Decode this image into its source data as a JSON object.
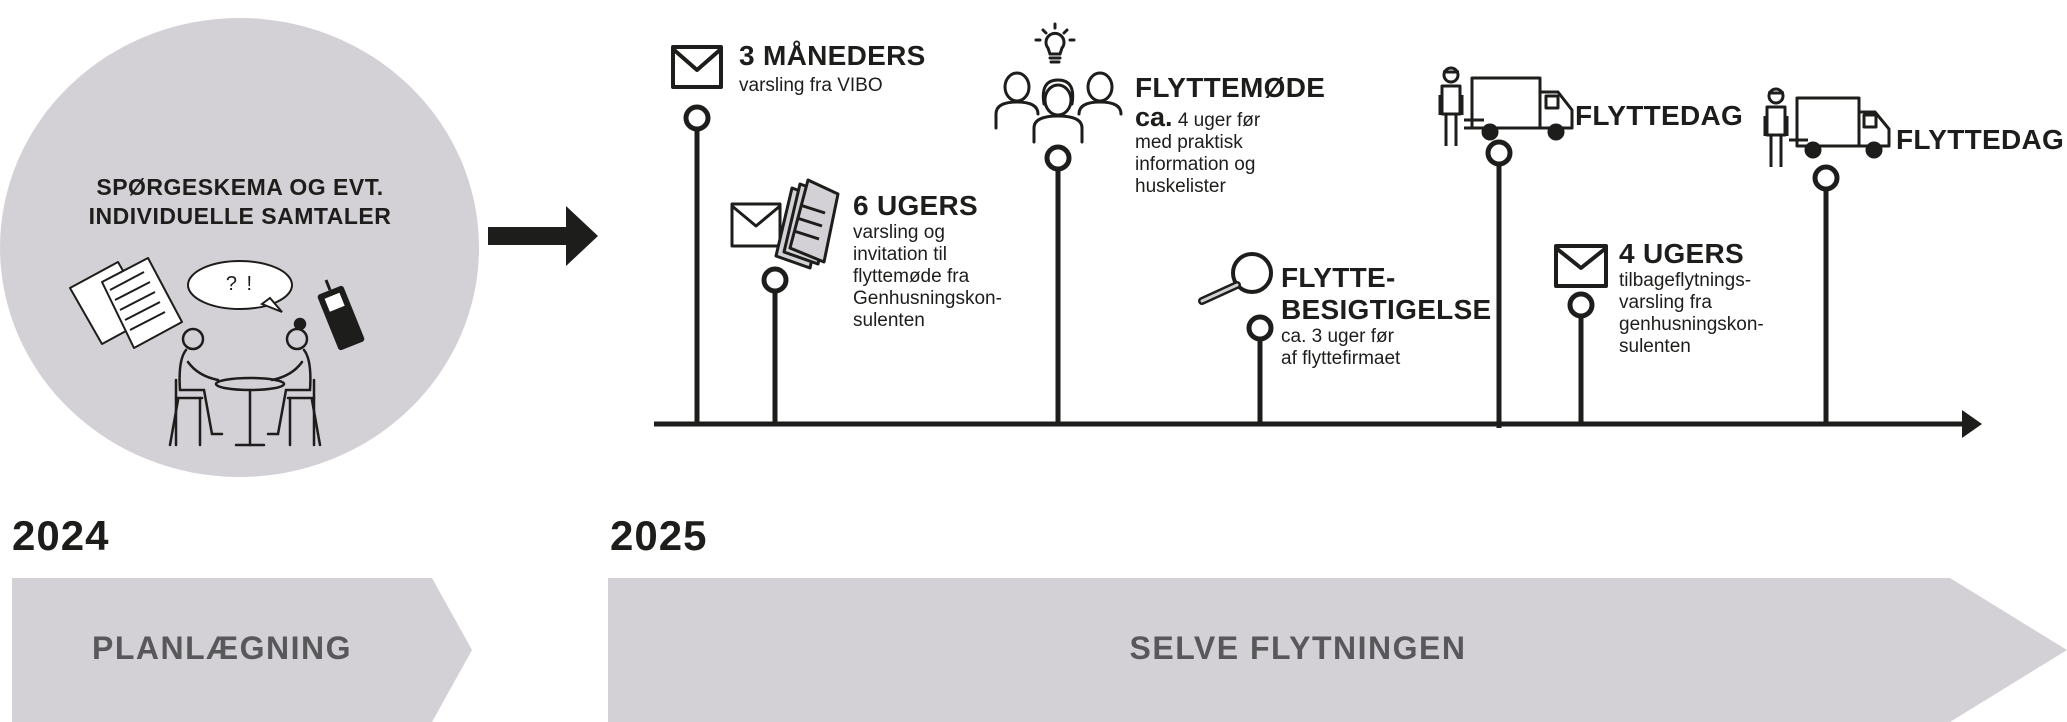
{
  "planning": {
    "circle_title_line1": "SPØRGESKEMA OG EVT.",
    "circle_title_line2": "INDIVIDUELLE SAMTALER",
    "speech_bubble": "? !"
  },
  "years": {
    "left": "2024",
    "right": "2025"
  },
  "bands": {
    "left": "PLANLÆGNING",
    "right": "SELVE FLYTNINGEN"
  },
  "events": [
    {
      "id": "3mdr",
      "title": "3 MÅNEDERS",
      "body": [
        "varsling fra VIBO"
      ],
      "icon": "envelope-icon"
    },
    {
      "id": "6ugers",
      "title": "6 UGERS",
      "body": [
        "varsling og",
        "invitation til",
        "flyttemøde fra",
        "Genhusningskon-",
        "sulenten"
      ],
      "icon": "envelope-with-papers-icon"
    },
    {
      "id": "flyttemode",
      "title": "FLYTTEMØDE",
      "ca": "ca.",
      "body_first": "4 uger før",
      "body": [
        "med praktisk",
        "information og",
        "huskelister"
      ],
      "icon": "people-lightbulb-icon"
    },
    {
      "id": "besigtigelse",
      "title_line1": "FLYTTE-",
      "title_line2": "BESIGTIGELSE",
      "body": [
        "ca. 3 uger før",
        "af flyttefirmaet"
      ],
      "icon": "magnifier-icon"
    },
    {
      "id": "flyttedag1",
      "title": "FLYTTEDAG",
      "icon": "mover-truck-icon"
    },
    {
      "id": "4ugers",
      "title": "4 UGERS",
      "body": [
        "tilbageflytnings-",
        "varsling fra",
        "genhusningskon-",
        "sulenten"
      ],
      "icon": "envelope-icon"
    },
    {
      "id": "flyttedag2",
      "title": "FLYTTEDAG",
      "icon": "mover-truck-icon"
    }
  ],
  "colors": {
    "panel": "#d3d0d6",
    "ink": "#1d1d1b",
    "band_text": "#58585a"
  }
}
